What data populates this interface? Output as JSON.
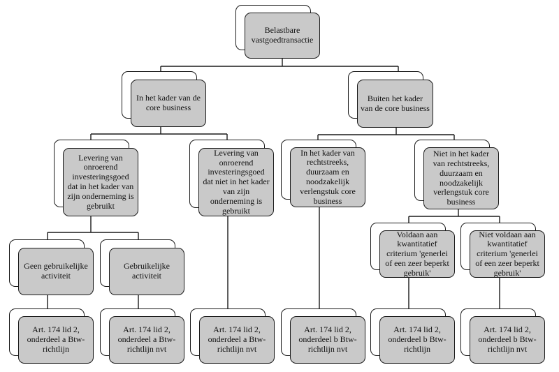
{
  "diagram": {
    "root": "Belastbare vastgoedtransactie",
    "core": "In het kader van de core business",
    "outside_core": "Buiten het kader van de core business",
    "delivery_in": "Levering van onroerend investeringsgoed dat in het kader van zijn onderneming is gebruikt",
    "delivery_not_in": "Levering van onroerend investeringsgoed dat niet in het kader van zijn onderneming is gebruikt",
    "extension": "In het kader van rechtstreeks, duurzaam en noodzakelijk verlengstuk core business",
    "not_extension": "Niet in het kader van rechtstreeks, duurzaam en noodzakelijk verlengstuk core business",
    "no_usual": "Geen gebruikelijke activiteit",
    "usual": "Gebruikelijke activiteit",
    "criterion_met": "Voldaan aan kwantitatief criterium 'generlei of een zeer beperkt gebruik'",
    "criterion_not_met": "Niet voldaan aan kwantitatief criterium 'generlei of een zeer beperkt gebruik'",
    "leaf_a": "Art. 174 lid 2, onderdeel a Btw-richtlijn",
    "leaf_a_nvt": "Art. 174 lid 2, onderdeel a Btw-richtlijn nvt",
    "leaf_a_nvt_2": "Art. 174 lid 2, onderdeel a Btw-richtlijn nvt",
    "leaf_b_nvt": "Art. 174 lid 2, onderdeel b Btw-richtlijn nvt",
    "leaf_b": "Art. 174 lid 2, onderdeel b Btw-richtlijn",
    "leaf_b_nvt_2": "Art. 174 lid 2, onderdeel b Btw-richtlijn nvt"
  },
  "colors": {
    "node_fill": "#c9c9c9",
    "line": "#1a1a1a",
    "background": "#ffffff"
  }
}
